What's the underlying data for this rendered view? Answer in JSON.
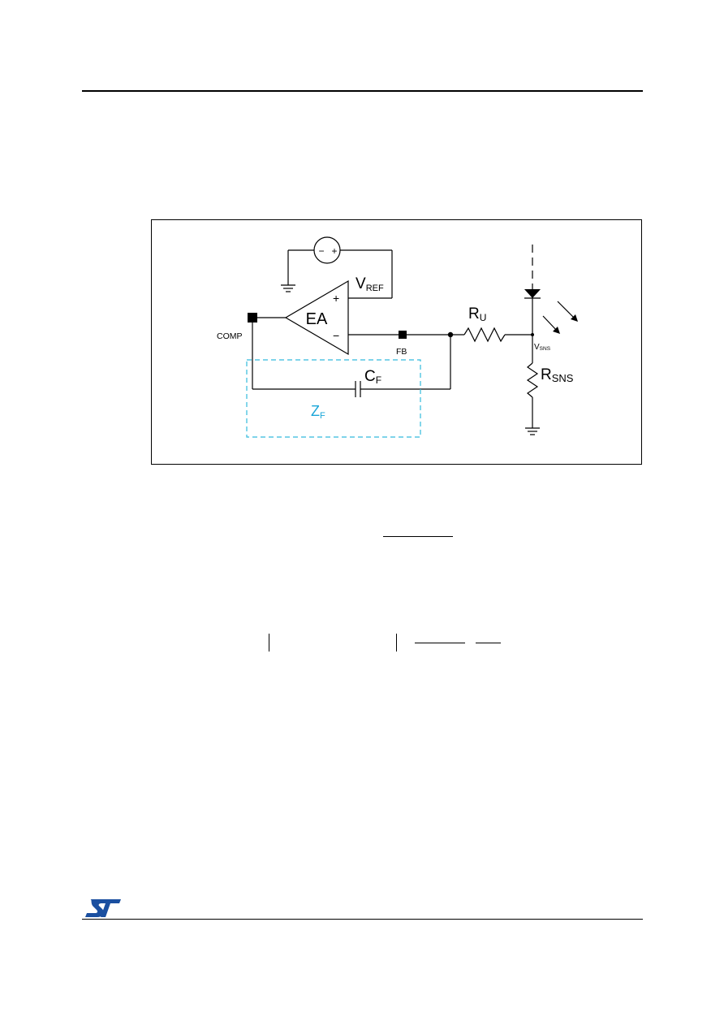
{
  "figure": {
    "labels": {
      "ea": "EA",
      "plus": "+",
      "minus": "−",
      "src_minus": "−",
      "src_plus": "+",
      "vref_main": "V",
      "vref_sub": "REF",
      "comp": "COMP",
      "fb": "FB",
      "ru_main": "R",
      "ru_sub": "U",
      "vsns_main": "V",
      "vsns_sub": "SNS",
      "rsns_main": "R",
      "rsns_sub": "SNS",
      "cf_main": "C",
      "cf_sub": "F",
      "zf_main": "Z",
      "zf_sub": "F"
    },
    "colors": {
      "wire": "#000000",
      "zf_box": "#33bbdd",
      "zf_label": "#1aa6d8"
    }
  },
  "logo": {
    "icon": "st-logo-icon",
    "color": "#1a4fa0"
  }
}
